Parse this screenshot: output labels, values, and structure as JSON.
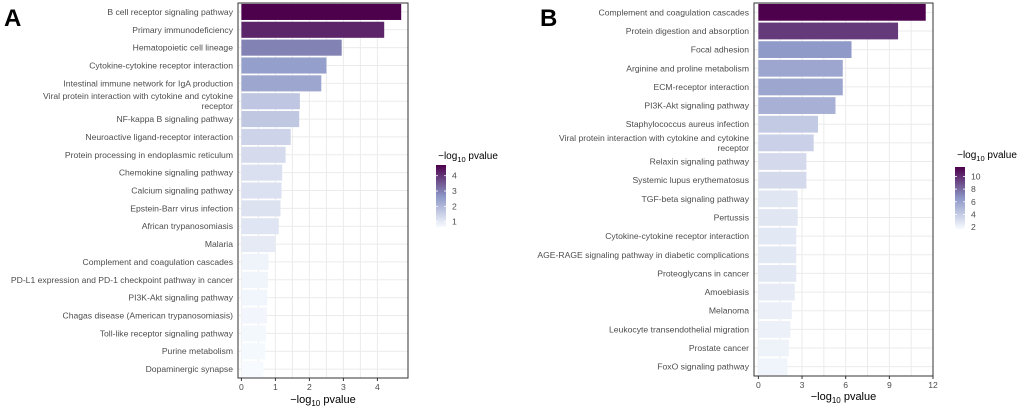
{
  "colors": {
    "low": "#f7fbff",
    "mid": "#8c96c6",
    "high": "#4d004b",
    "grid": "#ebebeb",
    "frame": "#333333"
  },
  "chart_data": [
    {
      "type": "bar",
      "orientation": "horizontal",
      "panel": "A",
      "categories": [
        "B cell receptor signaling pathway",
        "Primary immunodeficiency",
        "Hematopoietic cell lineage",
        "Cytokine-cytokine receptor interaction",
        "Intestinal immune network for IgA production",
        "Viral protein interaction with cytokine and cytokine receptor",
        "NF-kappa B signaling pathway",
        "Neuroactive ligand-receptor interaction",
        "Protein processing in endoplasmic reticulum",
        "Chemokine signaling pathway",
        "Calcium signaling pathway",
        "Epstein-Barr virus infection",
        "African trypanosomiasis",
        "Malaria",
        "Complement and coagulation cascades",
        "PD-L1 expression and PD-1 checkpoint pathway in cancer",
        "PI3K-Akt signaling pathway",
        "Chagas disease (American trypanosomiasis)",
        "Toll-like receptor signaling pathway",
        "Purine metabolism",
        "Dopaminergic synapse"
      ],
      "values": [
        4.7,
        4.2,
        2.95,
        2.5,
        2.35,
        1.72,
        1.7,
        1.45,
        1.3,
        1.2,
        1.18,
        1.15,
        1.1,
        1.0,
        0.8,
        0.78,
        0.76,
        0.75,
        0.72,
        0.7,
        0.65
      ],
      "xlim": [
        -0.1,
        4.9
      ],
      "xticks": [
        0,
        1,
        2,
        3,
        4
      ],
      "xlabel_prefix": "−log",
      "xlabel_sub": "10",
      "xlabel_suffix": " pvalue",
      "legend": {
        "title_prefix": "−log",
        "title_sub": "10",
        "title_suffix": " pvalue",
        "range": [
          0.65,
          4.7
        ],
        "ticks": [
          1,
          2,
          3,
          4
        ],
        "placement": "right"
      },
      "grid": true
    },
    {
      "type": "bar",
      "orientation": "horizontal",
      "panel": "B",
      "categories": [
        "Complement and coagulation cascades",
        "Protein digestion and absorption",
        "Focal adhesion",
        "Arginine and proline metabolism",
        "ECM-receptor interaction",
        "PI3K-Akt signaling pathway",
        "Staphylococcus aureus infection",
        "Viral protein interaction with cytokine and cytokine receptor",
        "Relaxin signaling pathway",
        "Systemic lupus erythematosus",
        "TGF-beta signaling pathway",
        "Pertussis",
        "Cytokine-cytokine receptor interaction",
        "AGE-RAGE signaling pathway in diabetic complications",
        "Proteoglycans in cancer",
        "Amoebiasis",
        "Melanoma",
        "Leukocyte transendothelial migration",
        "Prostate cancer",
        "FoxO signaling pathway"
      ],
      "values": [
        11.5,
        9.6,
        6.4,
        5.8,
        5.8,
        5.3,
        4.1,
        3.8,
        3.3,
        3.3,
        2.7,
        2.7,
        2.6,
        2.6,
        2.6,
        2.5,
        2.3,
        2.2,
        2.1,
        2.0
      ],
      "xlim": [
        -0.3,
        12.0
      ],
      "xticks": [
        0,
        3,
        6,
        9,
        12
      ],
      "xlabel_prefix": "−log",
      "xlabel_sub": "10",
      "xlabel_suffix": " pvalue",
      "legend": {
        "title_prefix": "−log",
        "title_sub": "10",
        "title_suffix": " pvalue",
        "range": [
          1.7,
          11.5
        ],
        "ticks": [
          2,
          4,
          6,
          8,
          10
        ],
        "placement": "right"
      },
      "grid": true
    }
  ]
}
